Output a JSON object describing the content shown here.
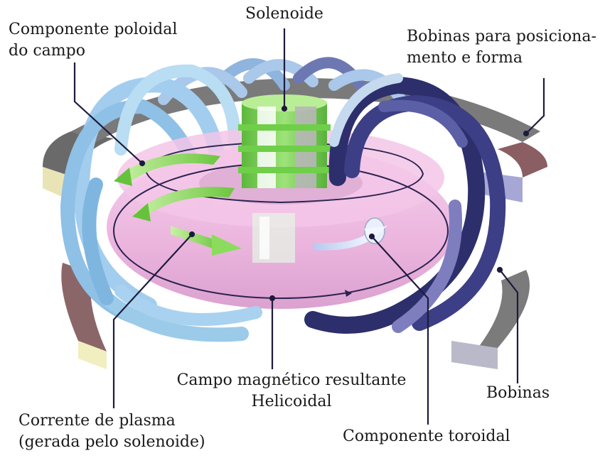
{
  "labels": {
    "solenoid": "Solenoide",
    "poloidal_1": "Componente poloidal",
    "poloidal_2": "do campo",
    "shaping_1": "Bobinas para posiciona-",
    "shaping_2": "mento e forma",
    "coils": "Bobinas",
    "resultant_1": "Campo magnético resultante",
    "resultant_2": "Helicoidal",
    "plasma_1": "Corrente de plasma",
    "plasma_2": "(gerada pelo solenoide)",
    "toroidal": "Componente toroidal"
  },
  "colors": {
    "leader_line": "#1f1b3d",
    "plasma_torus": "#efb7e0",
    "solenoid": "#7fd45a",
    "coil_light": "#a9d4f0",
    "coil_dark": "#2b2d63",
    "outer_coil": "#6b6b6b",
    "outer_coil_face": "#a7737a",
    "poloidal_arrow": "#8ed65a",
    "toroidal_arrow": "#d7e6f7"
  }
}
